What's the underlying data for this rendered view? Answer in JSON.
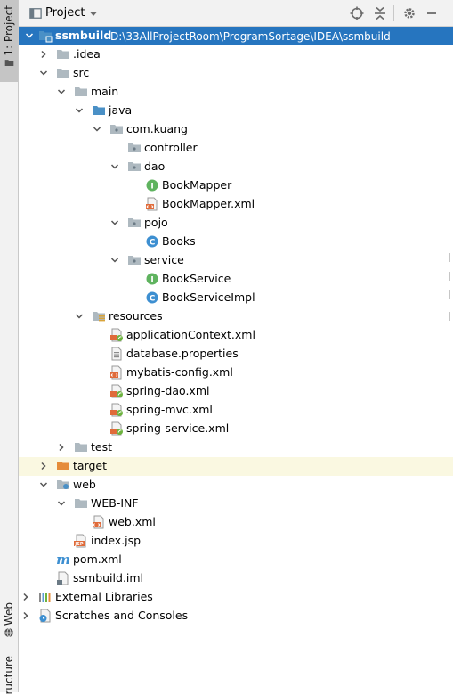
{
  "side_tabs": {
    "project": "1: Project",
    "web": "Web",
    "structure": "ructure"
  },
  "toolbar": {
    "title": "Project"
  },
  "root": {
    "label": "ssmbuild",
    "path": "D:\\33AllProjectRoom\\ProgramSortage\\IDEA\\ssmbuild"
  },
  "tree": {
    "idea": ".idea",
    "src": "src",
    "main": "main",
    "java": "java",
    "package": "com.kuang",
    "controller": "controller",
    "dao": "dao",
    "book_mapper": "BookMapper",
    "book_mapper_xml": "BookMapper.xml",
    "pojo": "pojo",
    "books": "Books",
    "service": "service",
    "book_service": "BookService",
    "book_service_impl": "BookServiceImpl",
    "resources": "resources",
    "application_context": "applicationContext.xml",
    "database_properties": "database.properties",
    "mybatis_config": "mybatis-config.xml",
    "spring_dao": "spring-dao.xml",
    "spring_mvc": "spring-mvc.xml",
    "spring_service": "spring-service.xml",
    "test": "test",
    "target": "target",
    "web": "web",
    "web_inf": "WEB-INF",
    "web_xml": "web.xml",
    "index_jsp": "index.jsp",
    "pom": "pom.xml",
    "iml": "ssmbuild.iml",
    "external_libraries": "External Libraries",
    "scratches": "Scratches and Consoles"
  },
  "colors": {
    "selection": "#2675bf",
    "folder": "#aeb9c0",
    "source_folder": "#4a90c6",
    "excluded_folder": "#e58c3a",
    "interface_icon": "#5fb35f",
    "class_icon": "#3d8fd1",
    "xml_badge": "#e06b3a"
  },
  "icons": {
    "expanded": "chevron-down-icon",
    "collapsed": "chevron-right-icon",
    "folder": "folder-icon",
    "interface": "interface-icon",
    "class": "class-icon",
    "xml": "xml-file-icon",
    "spring_xml": "spring-xml-icon",
    "properties": "properties-file-icon",
    "jsp": "jsp-file-icon",
    "maven": "maven-icon",
    "iml": "module-file-icon",
    "libraries": "libraries-icon",
    "scratches": "scratches-icon"
  }
}
